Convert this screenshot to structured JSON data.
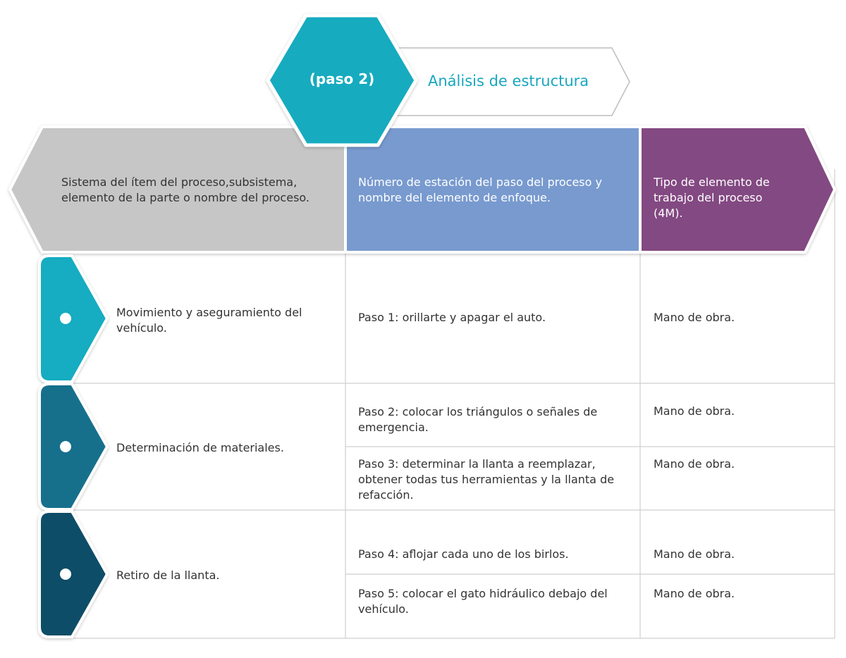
{
  "step": {
    "label": "(paso 2)",
    "title": "Análisis de estructura"
  },
  "headers": [
    {
      "text": "Sistema del ítem del proceso,subsistema, elemento de la parte o nombre del proceso.",
      "color": "#c6c6c6"
    },
    {
      "text": "Número de estación del paso del proceso y nombre del elemento de enfoque.",
      "color": "#789acf"
    },
    {
      "text": "Tipo de elemento de trabajo del proceso (4M).",
      "color": "#834a82"
    }
  ],
  "groups": [
    {
      "name": "Movimiento y aseguramiento del vehículo.",
      "color": "#12acc1"
    },
    {
      "name": "Determinación de materiales.",
      "color": "#13708c"
    },
    {
      "name": "Retiro de la llanta.",
      "color": "#104e67"
    }
  ],
  "rows": [
    {
      "step": "Paso 1: orillarte y apagar el auto.",
      "type": "Mano de obra."
    },
    {
      "step": "Paso 2: colocar los triángulos o señales de emergencia.",
      "type": "Mano de obra."
    },
    {
      "step": "Paso 3: determinar la llanta a reemplazar, obtener todas tus herramientas y la llanta de refacción.",
      "type": "Mano de obra."
    },
    {
      "step": "Paso 4: aflojar cada uno de los birlos.",
      "type": "Mano de obra."
    },
    {
      "step": "Paso 5: colocar el gato hidráulico debajo del vehículo.",
      "type": "Mano de obra."
    }
  ]
}
